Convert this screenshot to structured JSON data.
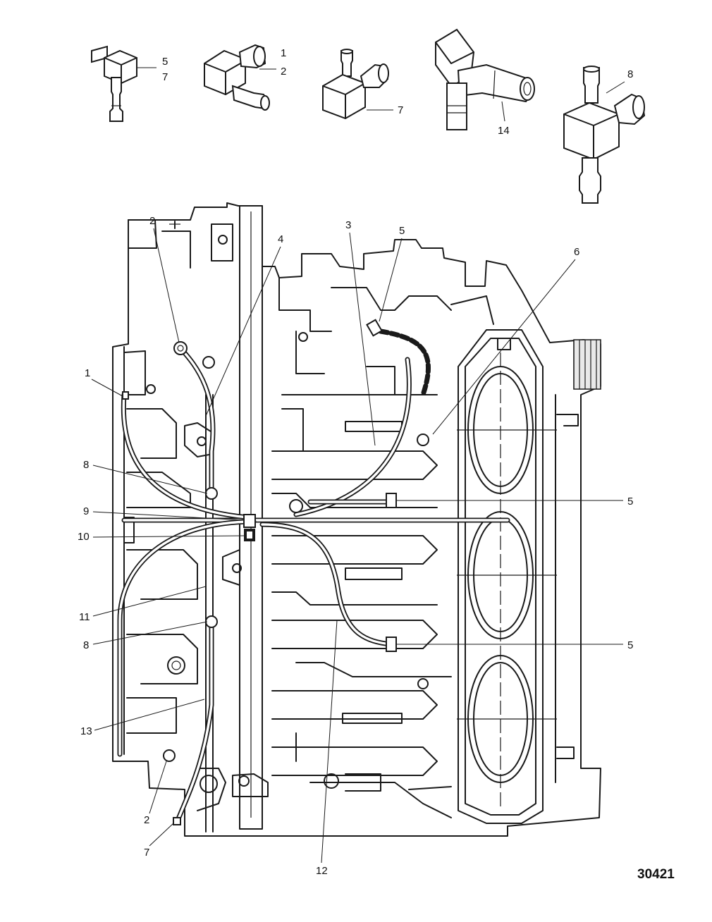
{
  "figure_number": "30421",
  "fittings": [
    {
      "id": "fitting-a",
      "labels": [
        "5",
        "7"
      ]
    },
    {
      "id": "fitting-b",
      "labels": [
        "1",
        "2"
      ]
    },
    {
      "id": "fitting-c",
      "labels": [
        "7"
      ]
    },
    {
      "id": "fitting-d",
      "labels": [
        "14"
      ]
    },
    {
      "id": "fitting-e",
      "labels": [
        "8"
      ]
    }
  ],
  "callouts": {
    "c2_top": "2",
    "c4": "4",
    "c3": "3",
    "c5_top": "5",
    "c6": "6",
    "c1": "1",
    "c8_upper": "8",
    "c9": "9",
    "c10": "10",
    "c11": "11",
    "c8_lower": "8",
    "c13": "13",
    "c2_bottom": "2",
    "c7": "7",
    "c12": "12",
    "c5_mid": "5",
    "c5_low": "5"
  }
}
